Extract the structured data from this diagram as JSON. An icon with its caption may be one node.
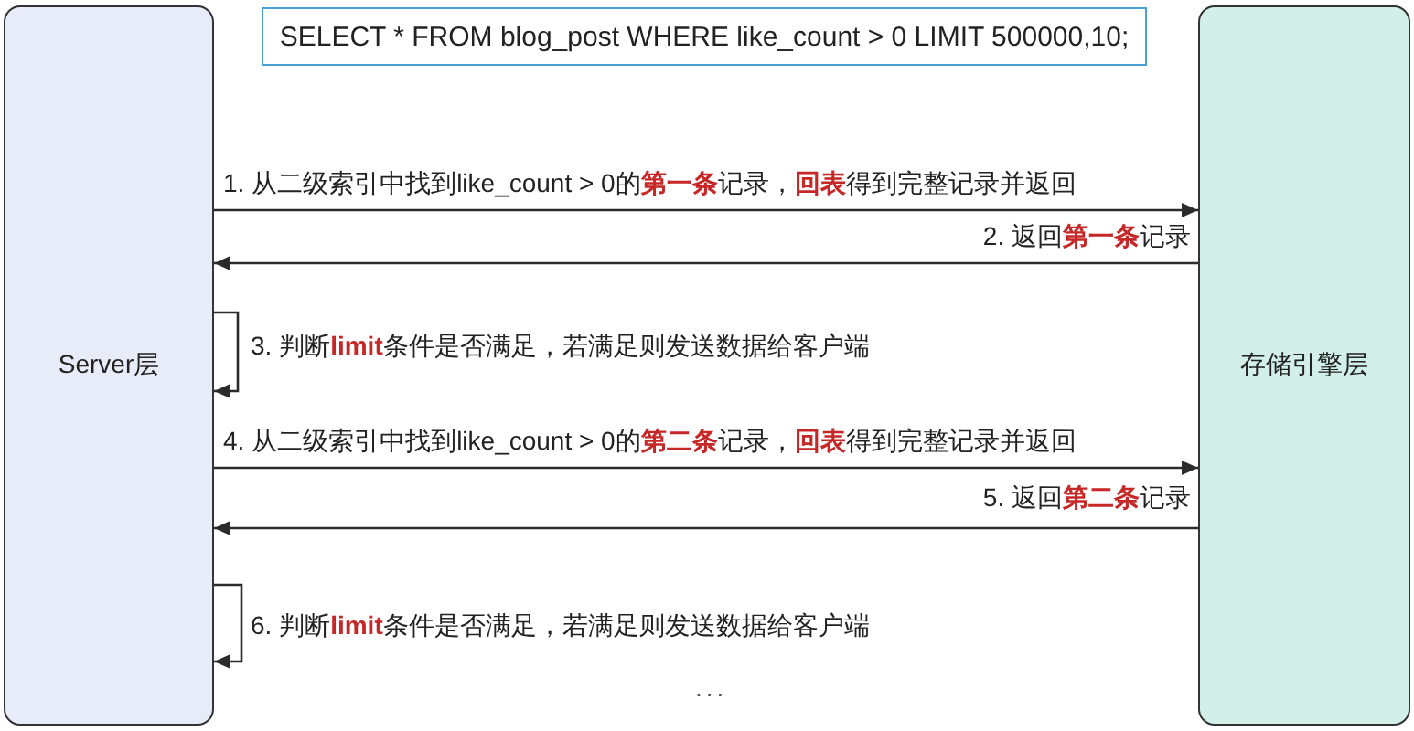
{
  "diagram": {
    "nodes": [
      {
        "text": [
          "Server层"
        ]
      },
      {
        "text": [
          "SELECT * FROM blog_post WHERE like_count > 0 LIMIT 500000,10;"
        ]
      },
      {
        "text": [
          "存储引擎层"
        ]
      }
    ],
    "edges": [
      {
        "from": 0,
        "to": 2,
        "arrow": "to",
        "label": "1. 从二级索引中找到like_count > 0的**第一条**记录，**回表**得到完整记录并返回"
      },
      {
        "from": 2,
        "to": 0,
        "arrow": "to",
        "label": "2. 返回**第一条**记录"
      },
      {
        "from": 0,
        "to": 0,
        "arrow": "to",
        "label": "3. 判断**limit**条件是否满足，若满足则发送数据给客户端"
      },
      {
        "from": 0,
        "to": 2,
        "arrow": "to",
        "label": "4. 从二级索引中找到like_count > 0的**第二条**记录，**回表**得到完整记录并返回"
      },
      {
        "from": 2,
        "to": 0,
        "arrow": "to",
        "label": "5. 返回**第二条**记录"
      },
      {
        "from": 0,
        "to": 0,
        "arrow": "to",
        "label": "6. 判断**limit**条件是否满足，若满足则发送数据给客户端"
      }
    ],
    "labels": [
      "..."
    ]
  }
}
